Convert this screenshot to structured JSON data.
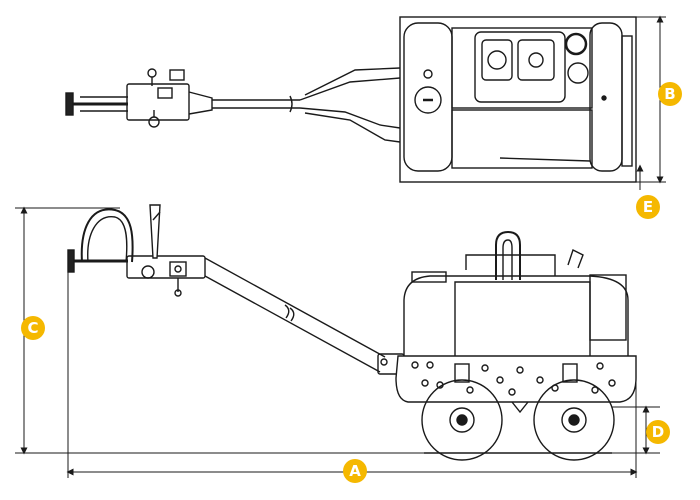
{
  "figure": {
    "accent": "#f5b800",
    "line_color": "#1a1a1a",
    "dimension_labels": {
      "A": "A",
      "B": "B",
      "C": "C",
      "D": "D",
      "E": "E"
    },
    "views": [
      "top-view",
      "side-view"
    ]
  }
}
